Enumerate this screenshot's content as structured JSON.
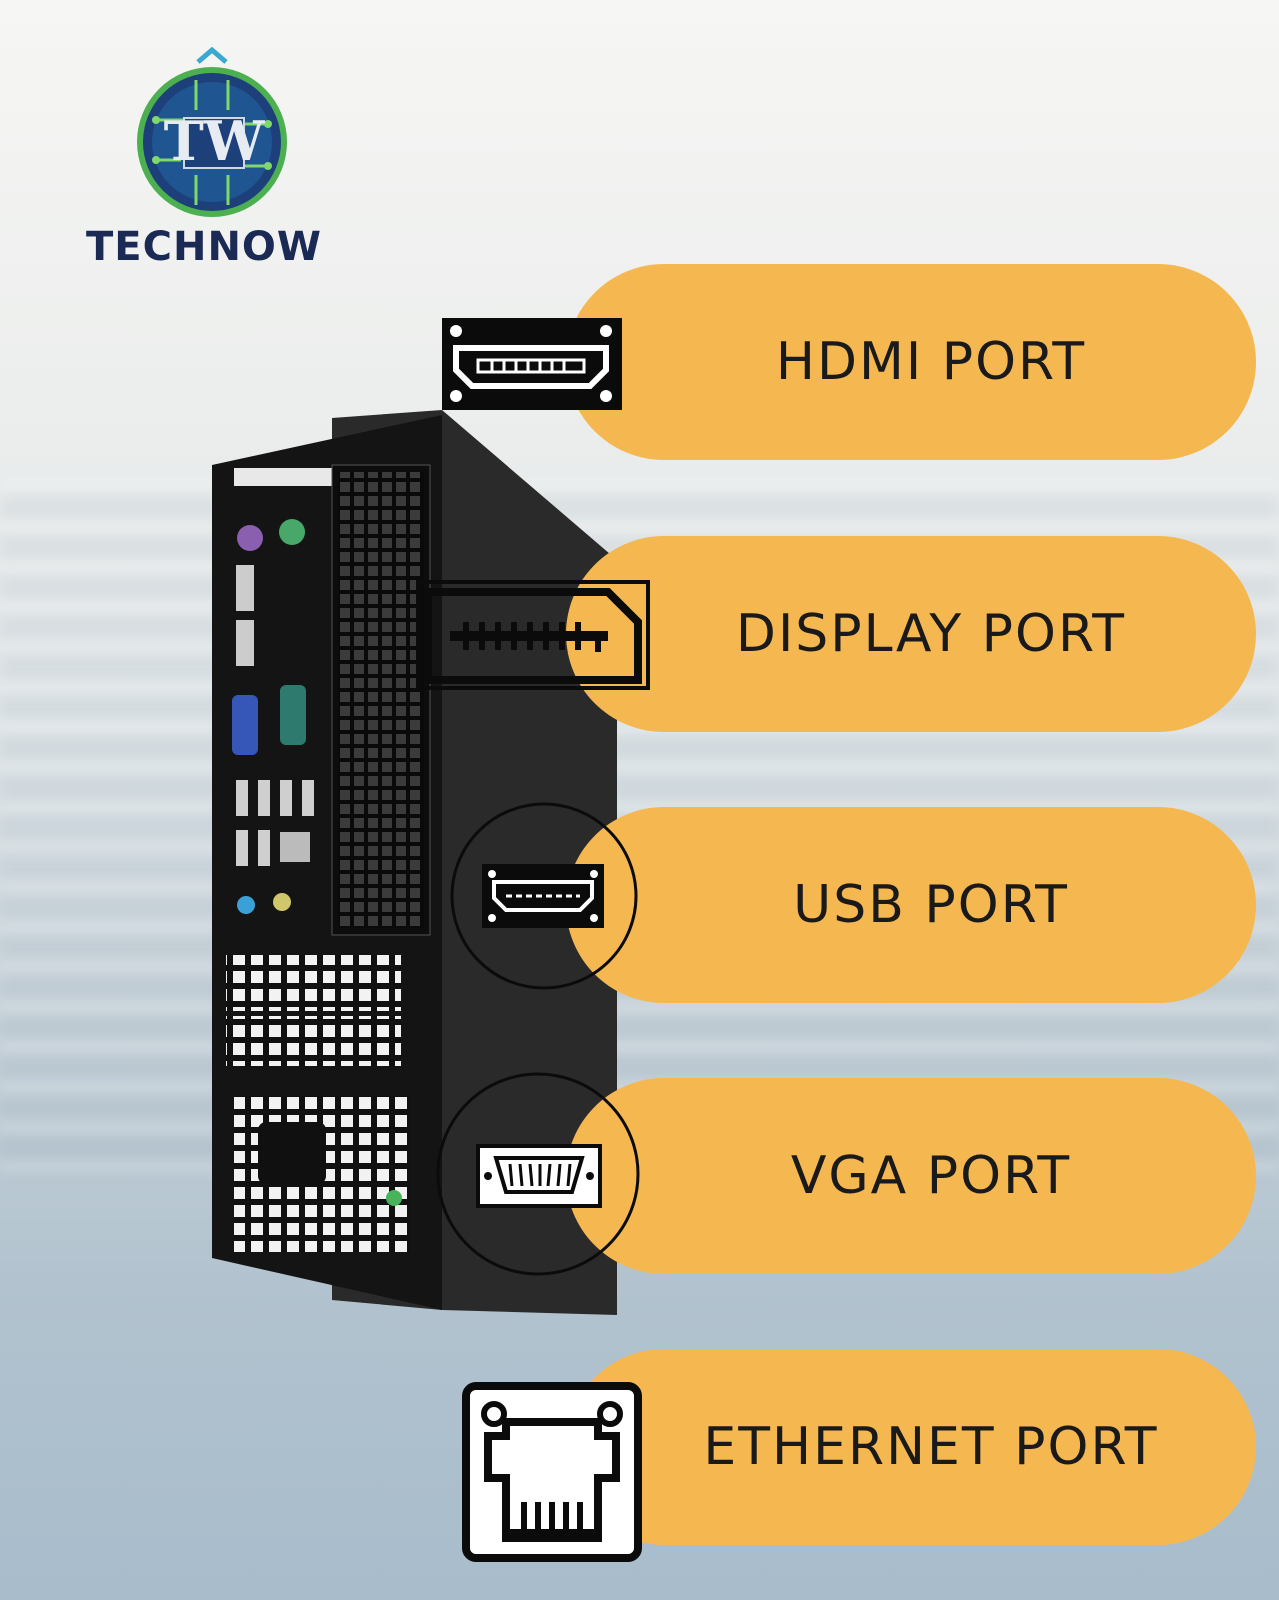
{
  "brand": {
    "name": "TECHNOW",
    "monogram": "TW"
  },
  "ports": [
    {
      "label": "HDMI PORT",
      "icon": "hdmi-port-icon"
    },
    {
      "label": "DISPLAY PORT",
      "icon": "displayport-icon"
    },
    {
      "label": "USB PORT",
      "icon": "usb-port-icon"
    },
    {
      "label": "VGA PORT",
      "icon": "vga-port-icon"
    },
    {
      "label": "ETHERNET PORT",
      "icon": "ethernet-port-icon"
    }
  ],
  "colors": {
    "pill": "#f5b850",
    "text": "#1a1a1a",
    "brand_navy": "#1b2a55",
    "brand_green": "#4caf50"
  }
}
